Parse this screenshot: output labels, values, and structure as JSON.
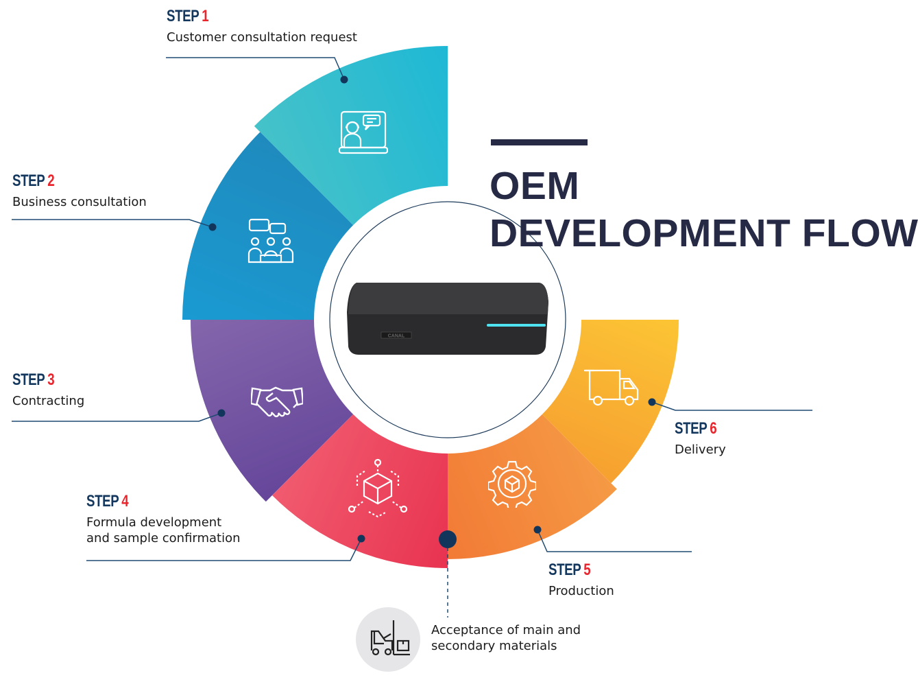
{
  "title": {
    "line1": "OEM",
    "line2": "DEVELOPMENT FLOW"
  },
  "step_word": "STEP",
  "steps": [
    {
      "num": "1",
      "label": "Customer consultation request",
      "icon": "video-call-support-icon",
      "colors": [
        "#46c2c9",
        "#1eb8d5"
      ]
    },
    {
      "num": "2",
      "label": "Business consultation",
      "icon": "group-discussion-icon",
      "colors": [
        "#1a9ad2",
        "#1f8abd"
      ]
    },
    {
      "num": "3",
      "label": "Contracting",
      "icon": "handshake-icon",
      "colors": [
        "#65469a",
        "#8466ac"
      ]
    },
    {
      "num": "4",
      "label_line1": "Formula development",
      "label_line2": "and sample confirmation",
      "icon": "3d-cube-design-icon",
      "colors": [
        "#e83350",
        "#f15b6f"
      ]
    },
    {
      "num": "5",
      "label": "Production",
      "icon": "gear-box-icon",
      "colors": [
        "#f59a45",
        "#f27a35"
      ]
    },
    {
      "num": "6",
      "label": "Delivery",
      "icon": "delivery-truck-icon",
      "colors": [
        "#fcc535",
        "#f6a030"
      ]
    }
  ],
  "acceptance": {
    "line1": "Acceptance of main and",
    "line2": "secondary materials",
    "icon": "forklift-icon"
  },
  "device_logo": "CANAL",
  "colors": {
    "navy": "#14375e",
    "red": "#e8262e",
    "title": "#262a45"
  }
}
